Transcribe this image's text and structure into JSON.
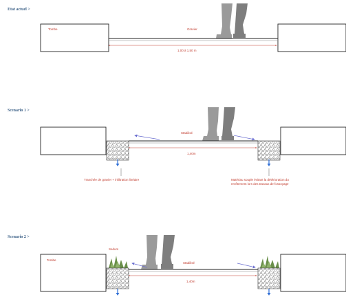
{
  "colors": {
    "title": "#3a5f86",
    "label": "#c0392b",
    "dim_line": "#c0392b",
    "arrow": "#6b6fd0",
    "water": "#2f6fd6",
    "vegetation": "#6a8f4a",
    "gravel": "#9a9a9a"
  },
  "sections": [
    {
      "title": "Etat actuel >",
      "box_left_label": "Tombe",
      "walkway_label": "Gravier",
      "dimension_label": "1,00 à 1,50 m"
    },
    {
      "title": "Scenario 1 >",
      "walkway_label": "Stabilisé",
      "dimension_label": "1,40m",
      "note_left": "Tranchée de gravier + infiltration linéaire",
      "note_right_line1": "Matériau souple évitant la détérioration du",
      "note_right_line2": "revêtement lors des travaux de fossoyage"
    },
    {
      "title": "Scenario 2 >",
      "box_left_label": "Tombe",
      "planting_label": "Sedum",
      "walkway_label": "Stabilisé",
      "dimension_label": "1,40m"
    }
  ]
}
